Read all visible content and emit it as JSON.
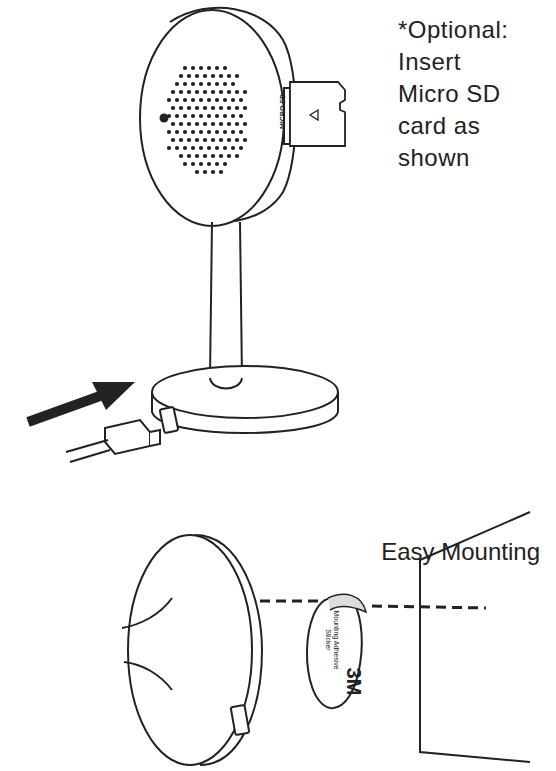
{
  "diagram": {
    "labels": [
      "*Optional: Insert Micro SD card as shown",
      "MICRO SD",
      "Easy Mounting",
      "Mounting Adhesive Sticker",
      "3M"
    ]
  }
}
